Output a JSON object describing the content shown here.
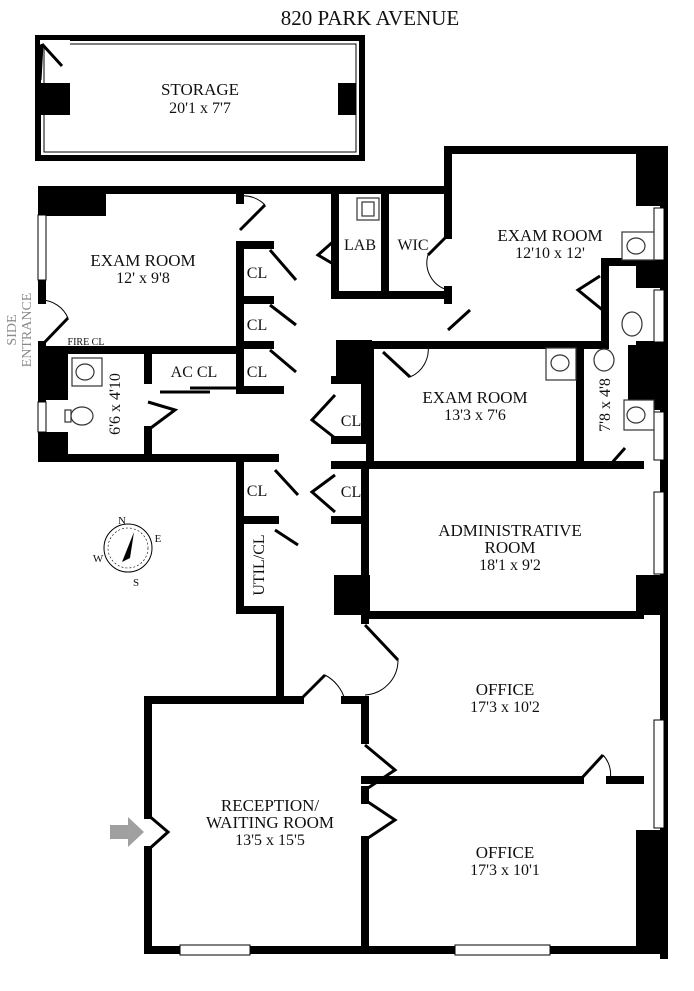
{
  "title": "820 PARK AVENUE",
  "rooms": {
    "storage": {
      "name": "STORAGE",
      "dims": "20'1 x 7'7"
    },
    "exam_left": {
      "name": "EXAM ROOM",
      "dims": "12' x 9'8"
    },
    "exam_upper_right": {
      "name": "EXAM ROOM",
      "dims": "12'10 x 12'"
    },
    "exam_center": {
      "name": "EXAM ROOM",
      "dims": "13'3 x 7'6"
    },
    "lab": {
      "name": "LAB"
    },
    "wic": {
      "name": "WIC"
    },
    "closets": [
      "CL",
      "CL",
      "CL",
      "CL",
      "CL",
      "CL"
    ],
    "ac_closet": {
      "name": "AC CL"
    },
    "fire_closet": {
      "name": "FIRE CL"
    },
    "util_closet": {
      "name": "UTIL/CL"
    },
    "bath_left": {
      "dims": "6'6 x 4'10"
    },
    "bath_right": {
      "dims": "7'8 x 4'8"
    },
    "administrative": {
      "name_line1": "ADMINISTRATIVE",
      "name_line2": "ROOM",
      "dims": "18'1 x 9'2"
    },
    "office_1": {
      "name": "OFFICE",
      "dims": "17'3 x 10'2"
    },
    "office_2": {
      "name": "OFFICE",
      "dims": "17'3 x 10'1"
    },
    "reception": {
      "name_line1": "RECEPTION/",
      "name_line2": "WAITING ROOM",
      "dims": "13'5 x 15'5"
    }
  },
  "side_entrance": {
    "line1": "SIDE",
    "line2": "ENTRANCE"
  },
  "compass": {
    "n": "N",
    "e": "E",
    "s": "S",
    "w": "W"
  },
  "colors": {
    "wall": "#000000",
    "entry_arrow": "#a0a0a0",
    "side_entrance_text": "#8a8a8a"
  }
}
